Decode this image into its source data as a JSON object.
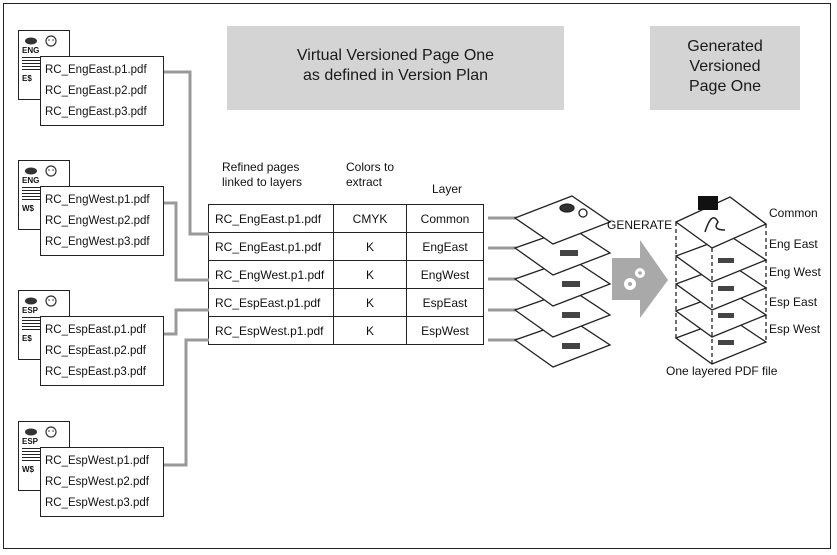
{
  "header": {
    "virtual_box": [
      "Virtual Versioned Page One",
      "as defined in Version Plan"
    ],
    "generated_box": [
      "Generated",
      "Versioned",
      "Page One"
    ]
  },
  "sources": [
    {
      "lang": "ENG",
      "currency": "E$",
      "files": [
        "RC_EngEast.p1.pdf",
        "RC_EngEast.p2.pdf",
        "RC_EngEast.p3.pdf"
      ]
    },
    {
      "lang": "ENG",
      "currency": "W$",
      "files": [
        "RC_EngWest.p1.pdf",
        "RC_EngWest.p2.pdf",
        "RC_EngWest.p3.pdf"
      ]
    },
    {
      "lang": "ESP",
      "currency": "E$",
      "files": [
        "RC_EspEast.p1.pdf",
        "RC_EspEast.p2.pdf",
        "RC_EspEast.p3.pdf"
      ]
    },
    {
      "lang": "ESP",
      "currency": "W$",
      "files": [
        "RC_EspWest.p1.pdf",
        "RC_EspWest.p2.pdf",
        "RC_EspWest.p3.pdf"
      ]
    }
  ],
  "table": {
    "col1_header": [
      "Refined pages",
      "linked to layers"
    ],
    "col2_header": [
      "Colors to",
      "extract"
    ],
    "col3_header": "Layer",
    "rows": [
      {
        "page": "RC_EngEast.p1.pdf",
        "colors": "CMYK",
        "layer": "Common"
      },
      {
        "page": "RC_EngEast.p1.pdf",
        "colors": "K",
        "layer": "EngEast"
      },
      {
        "page": "RC_EngWest.p1.pdf",
        "colors": "K",
        "layer": "EngWest"
      },
      {
        "page": "RC_EspEast.p1.pdf",
        "colors": "K",
        "layer": "EspEast"
      },
      {
        "page": "RC_EspWest.p1.pdf",
        "colors": "K",
        "layer": "EspWest"
      }
    ]
  },
  "generate_label": "GENERATE",
  "output": {
    "layers": [
      "Common",
      "Eng East",
      "Eng West",
      "Esp East",
      "Esp West"
    ],
    "caption": "One layered PDF file"
  }
}
